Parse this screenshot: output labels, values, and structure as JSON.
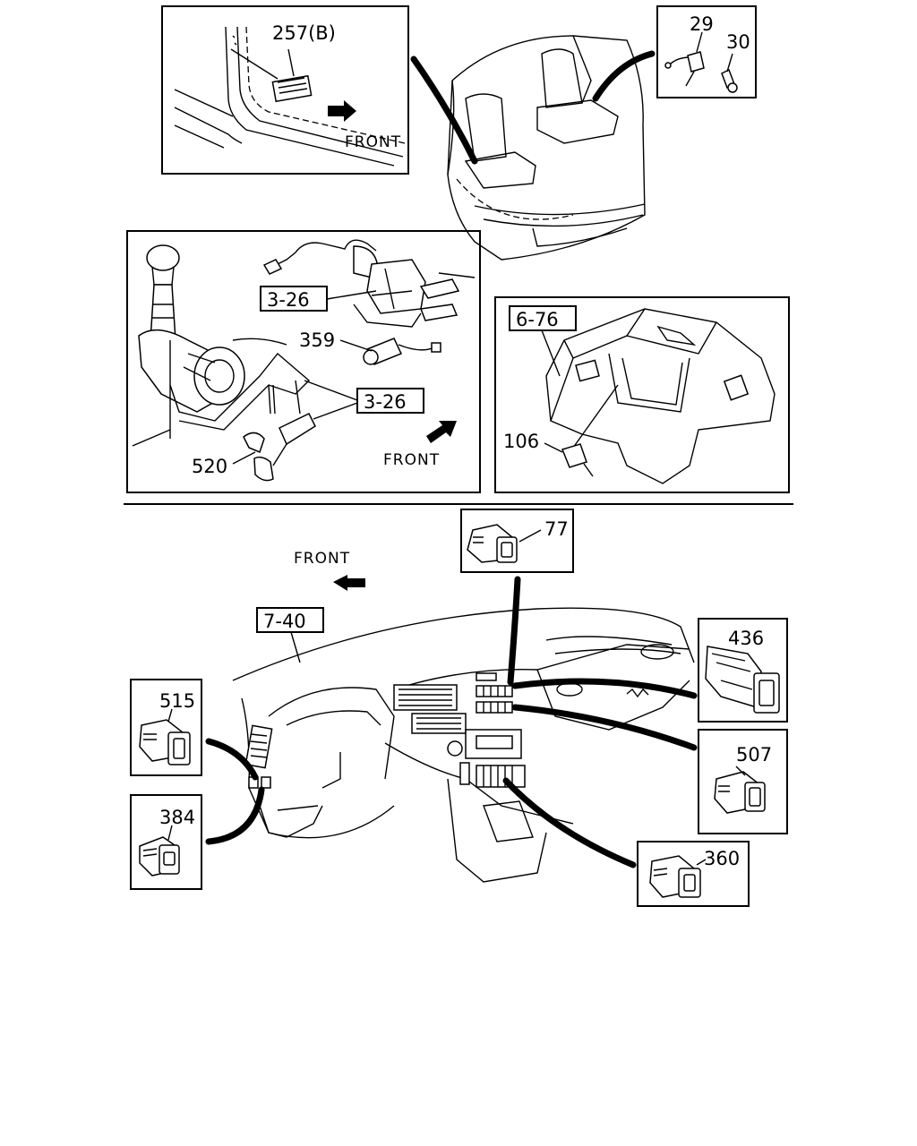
{
  "diagram": {
    "front_label": "FRONT",
    "callouts": {
      "p257": "257(B)",
      "p29": "29",
      "p30": "30",
      "ref_3_26_a": "3-26",
      "ref_3_26_b": "3-26",
      "p359": "359",
      "p520": "520",
      "ref_6_76": "6-76",
      "p106": "106",
      "p77": "77",
      "ref_7_40": "7-40",
      "p436": "436",
      "p515": "515",
      "p507": "507",
      "p384": "384",
      "p360": "360"
    }
  }
}
